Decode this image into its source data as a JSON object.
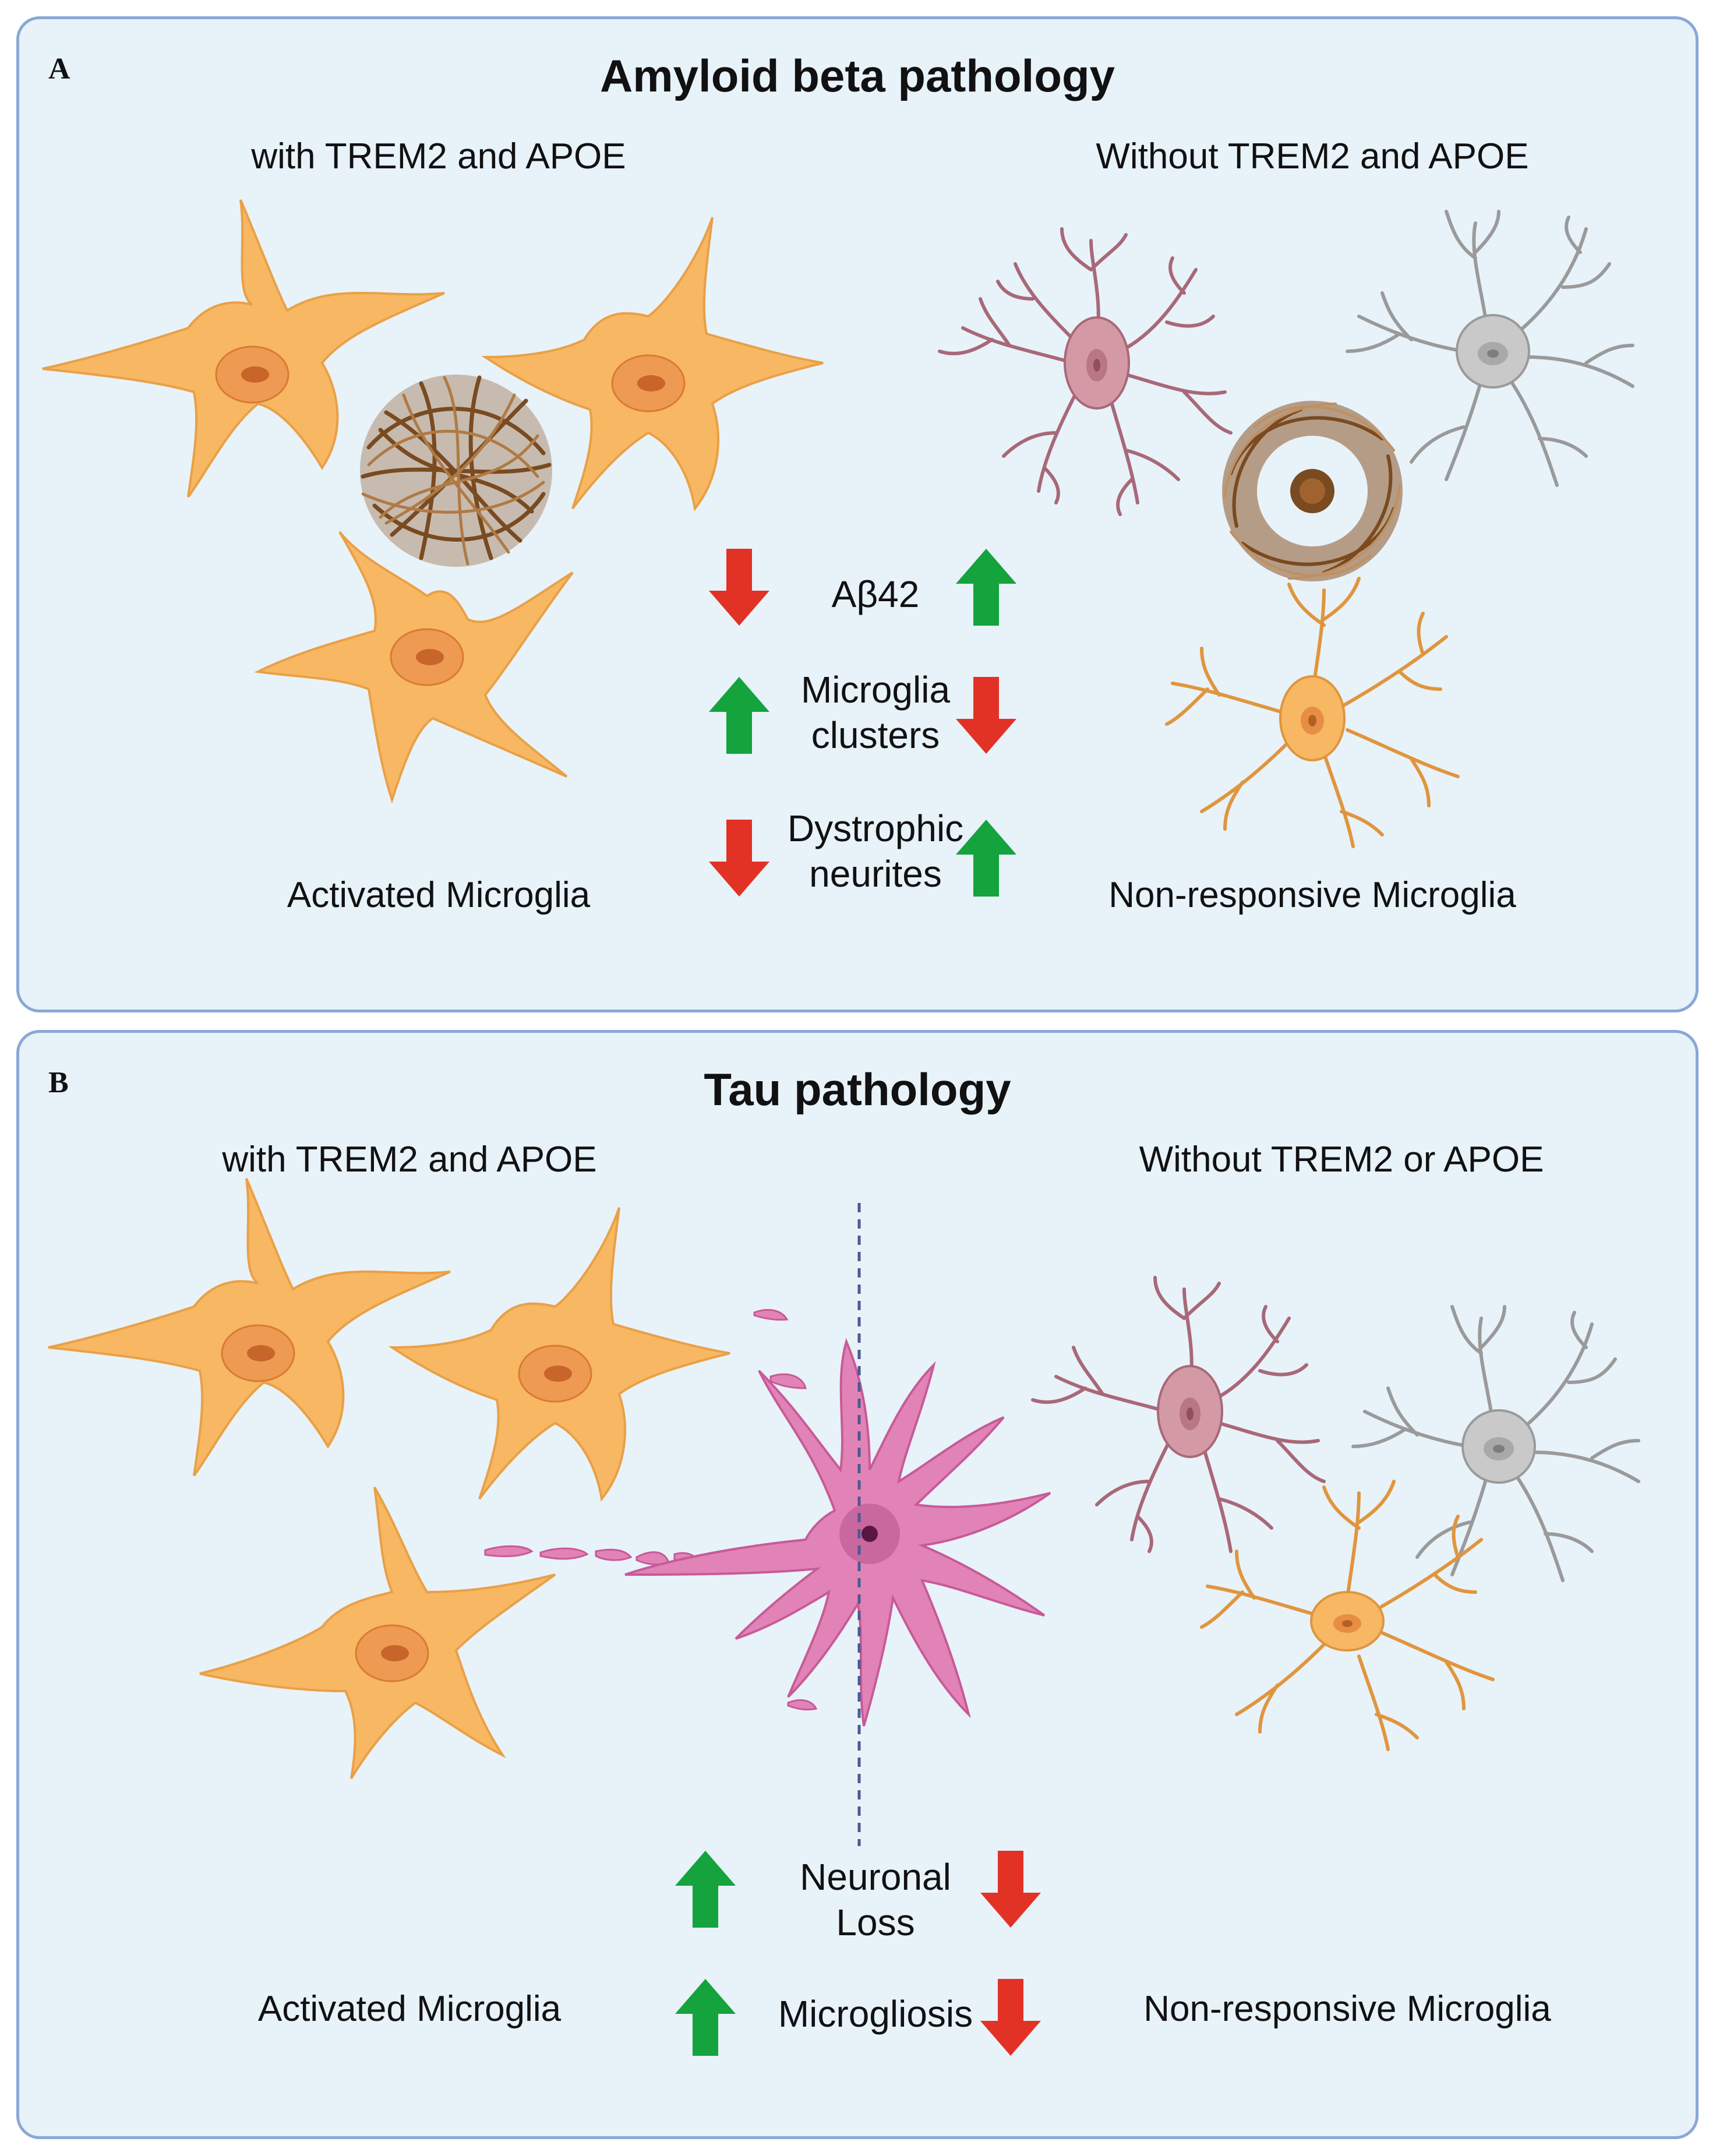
{
  "colors": {
    "panel_bg": "#e8f2f9",
    "panel_border": "#8aa7d6",
    "activated_microglia": "#f8b763",
    "nonresponsive_pink": "#d39aa6",
    "nonresponsive_gray": "#c9c9c9",
    "neuron_magenta": "#e283b8",
    "arrow_up_green": "#14a33c",
    "arrow_down_red": "#e23225"
  },
  "panel_a": {
    "letter": "A",
    "title": "Amyloid beta pathology",
    "left_header": "with TREM2 and APOE",
    "right_header": "Without TREM2 and APOE",
    "left_footer": "Activated Microglia",
    "right_footer": "Non-responsive Microglia",
    "effects": [
      {
        "label": "Aβ42",
        "with": "down",
        "without": "up"
      },
      {
        "label_line1": "Microglia",
        "label_line2": "clusters",
        "with": "up",
        "without": "down"
      },
      {
        "label_line1": "Dystrophic",
        "label_line2": "neurites",
        "with": "down",
        "without": "up"
      }
    ]
  },
  "panel_b": {
    "letter": "B",
    "title": "Tau pathology",
    "left_header": "with TREM2 and APOE",
    "right_header": "Without TREM2 or APOE",
    "left_footer": "Activated Microglia",
    "right_footer": "Non-responsive Microglia",
    "effects": [
      {
        "label_line1": "Neuronal",
        "label_line2": "Loss",
        "with": "up",
        "without": "down"
      },
      {
        "label": "Microgliosis",
        "with": "up",
        "without": "down"
      }
    ]
  }
}
